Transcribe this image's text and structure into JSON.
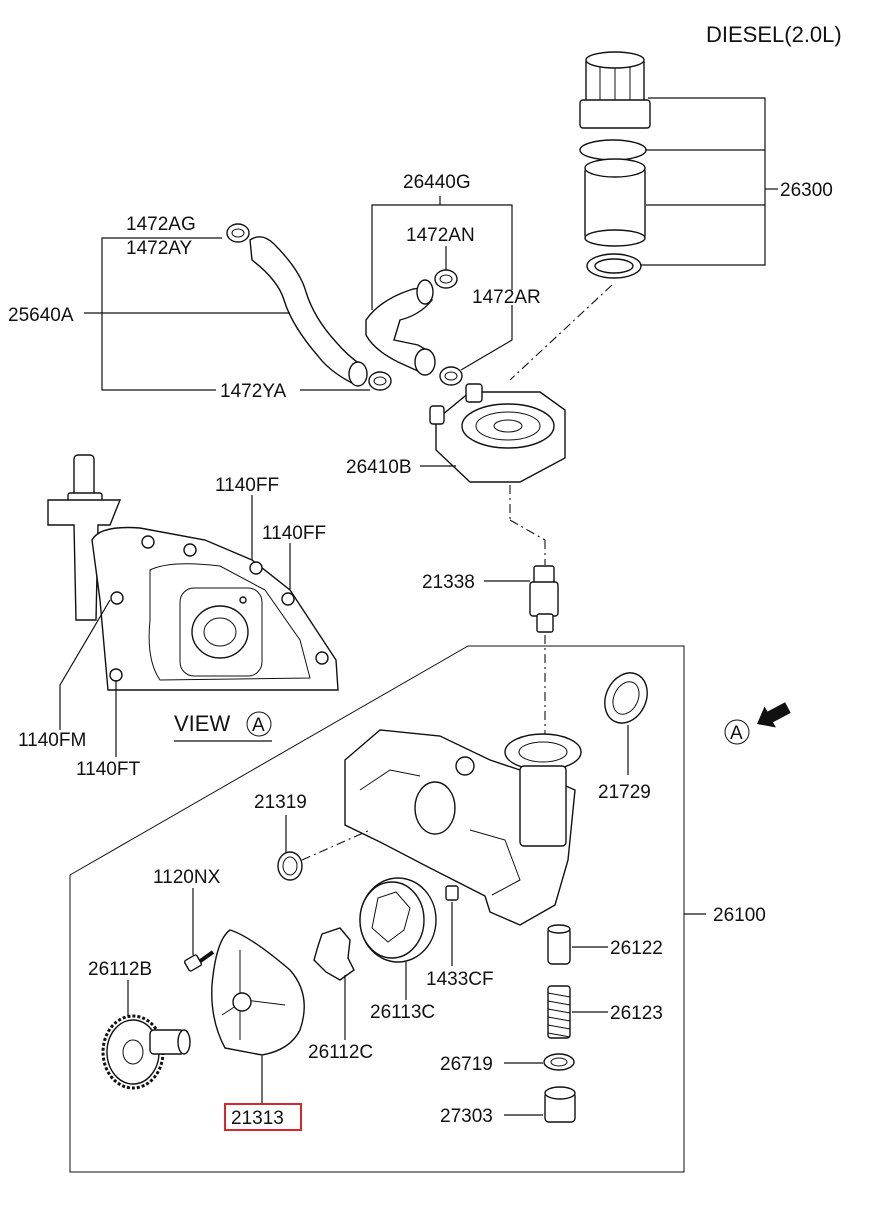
{
  "header": {
    "engine_label": "DIESEL(2.0L)"
  },
  "view_label": "VIEW",
  "view_marker": "A",
  "labels": {
    "p26300": "26300",
    "p26440G": "26440G",
    "p1472AN": "1472AN",
    "p1472AR": "1472AR",
    "p1472AG": "1472AG",
    "p1472AY": "1472AY",
    "p25640A": "25640A",
    "p1472YA": "1472YA",
    "p26410B": "26410B",
    "p1140FF_a": "1140FF",
    "p1140FF_b": "1140FF",
    "p1140FM": "1140FM",
    "p1140FT": "1140FT",
    "p21338": "21338",
    "p21729": "21729",
    "p21319": "21319",
    "p26100": "26100",
    "p1120NX": "1120NX",
    "p26112B": "26112B",
    "p1433CF": "1433CF",
    "p26113C": "26113C",
    "p26122": "26122",
    "p26123": "26123",
    "p26112C": "26112C",
    "p26719": "26719",
    "p27303": "27303",
    "p21313": "21313"
  },
  "highlighted_part": "21313",
  "colors": {
    "highlight": "#d9262b",
    "line": "#111111"
  },
  "icons": {
    "view_arrow": "arrow-icon"
  }
}
